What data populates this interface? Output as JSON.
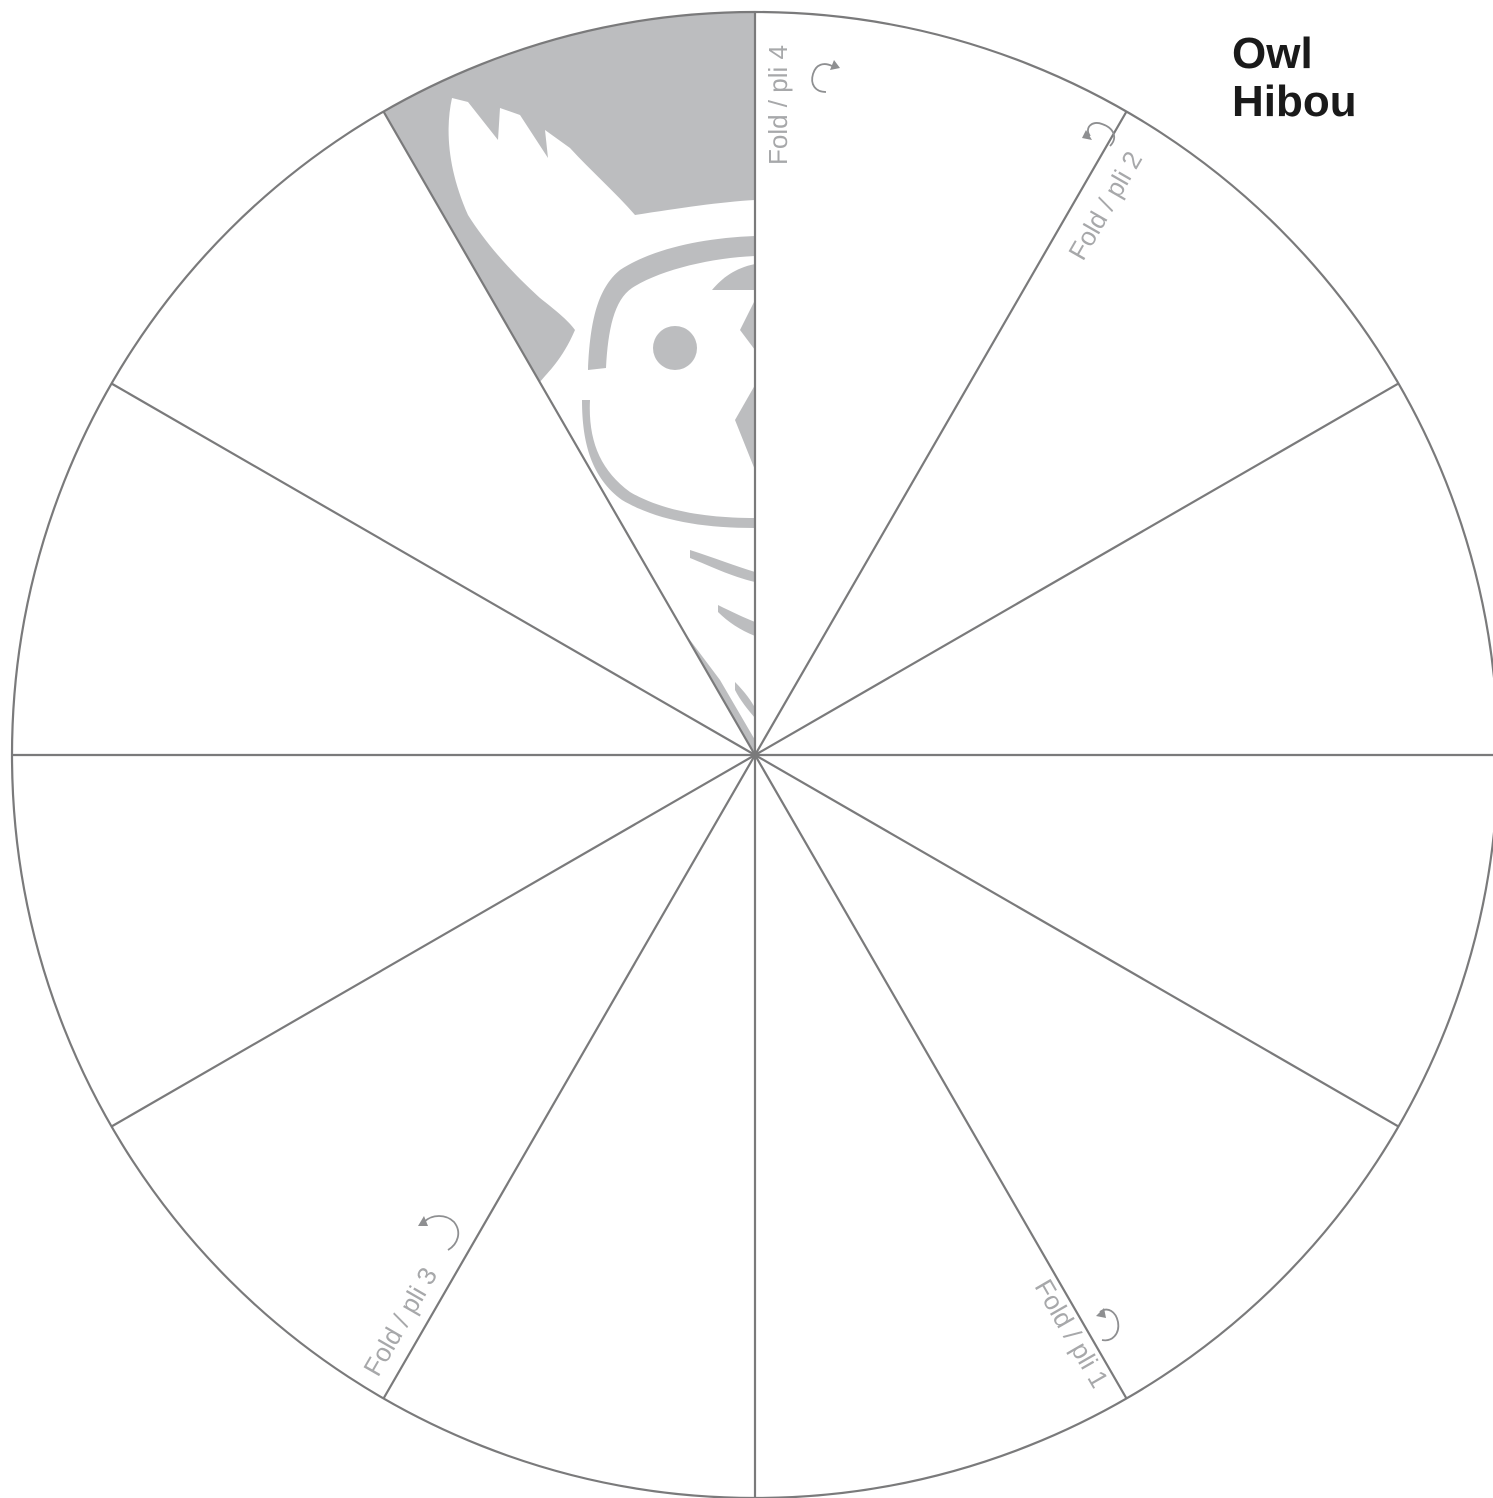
{
  "title": {
    "line1": "Owl",
    "line2": "Hibou"
  },
  "template": {
    "segments": 12,
    "stroke_color": "#7a7a7b",
    "shade_color": "#bcbdbf",
    "fold_text_color": "#a7a8aa"
  },
  "folds": [
    {
      "id": "fold-1",
      "label": "Fold / pli 1"
    },
    {
      "id": "fold-2",
      "label": "Fold / pli 2"
    },
    {
      "id": "fold-3",
      "label": "Fold / pli 3"
    },
    {
      "id": "fold-4",
      "label": "Fold / pli 4"
    }
  ]
}
